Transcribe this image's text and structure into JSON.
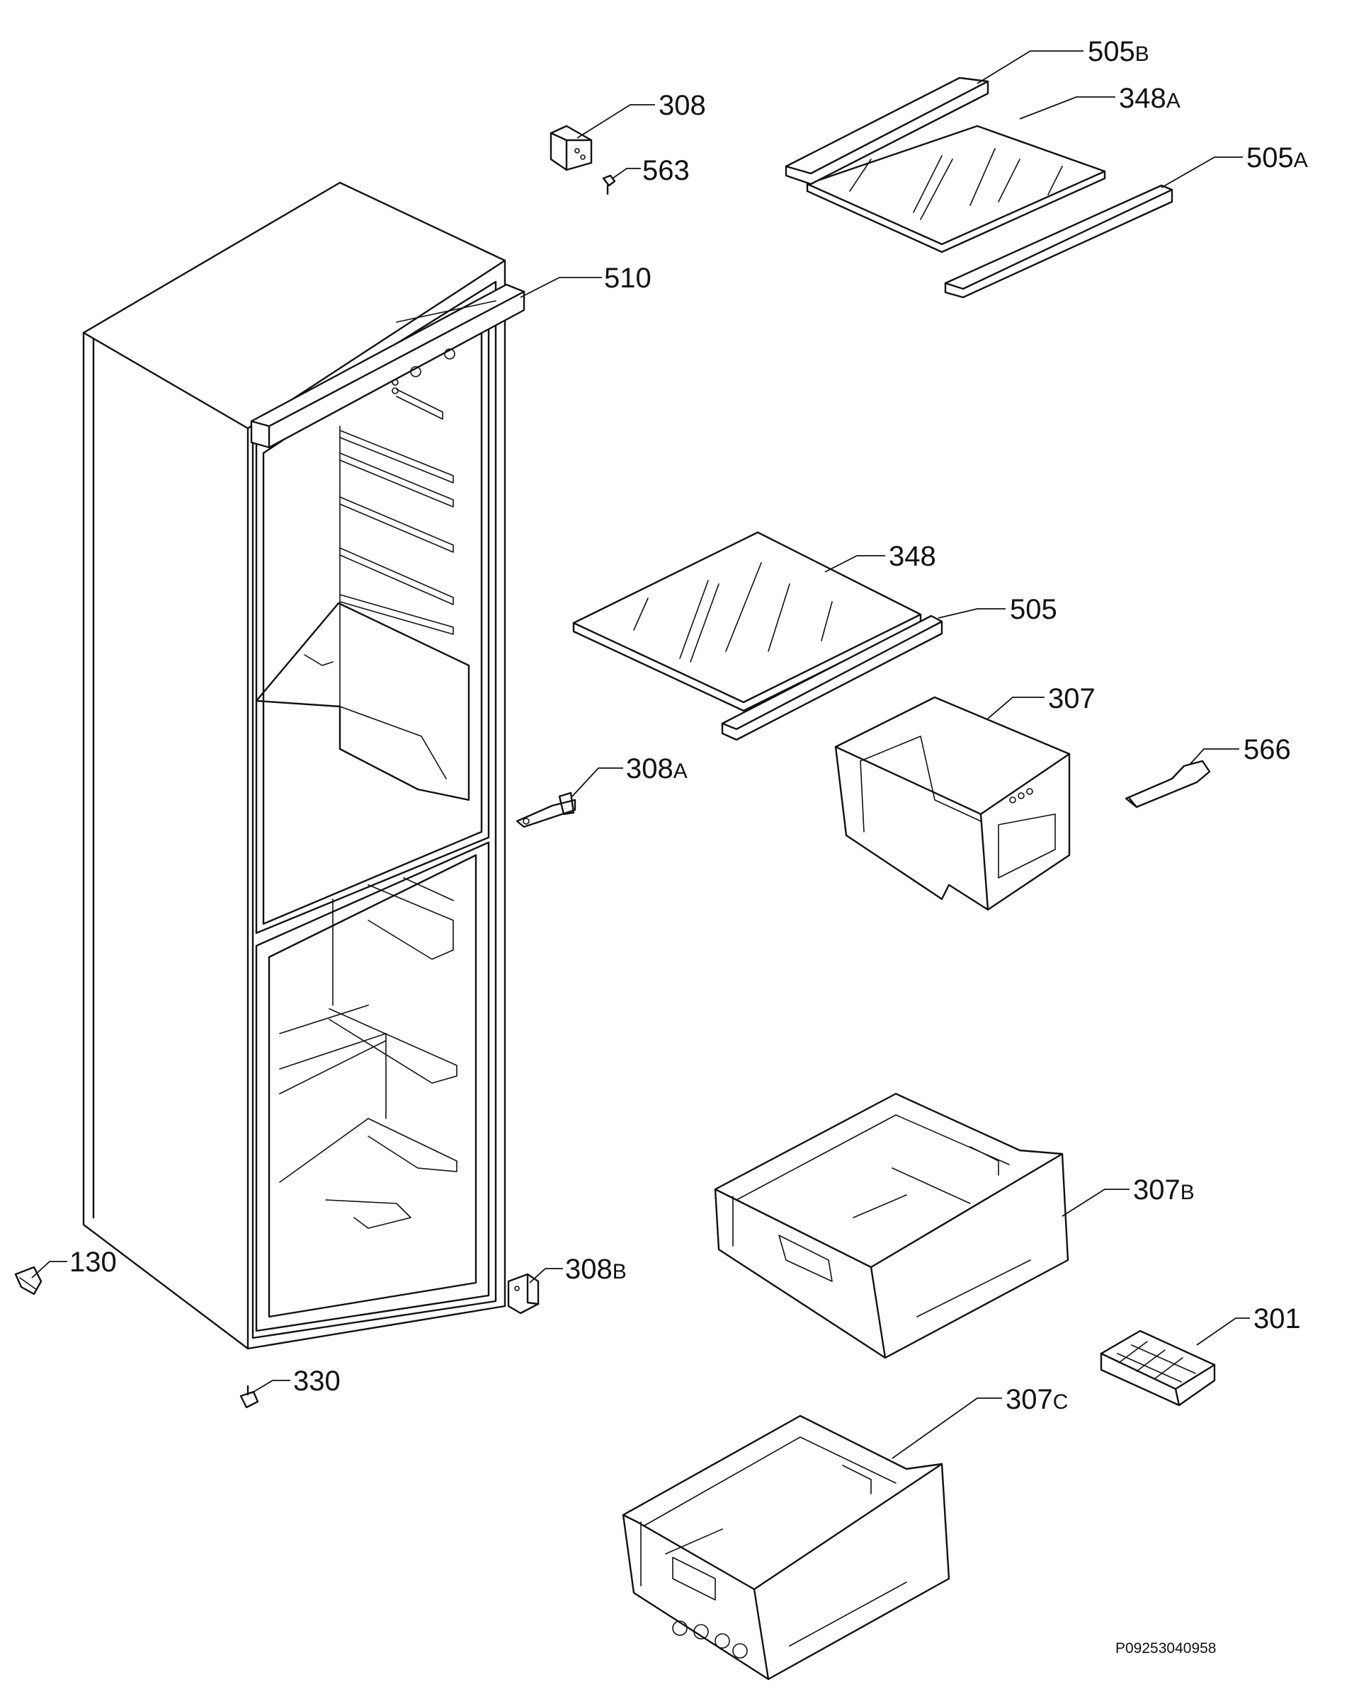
{
  "labels": {
    "p505b": {
      "num": "505",
      "suffix": "B"
    },
    "p308": {
      "num": "308",
      "suffix": ""
    },
    "p348a": {
      "num": "348",
      "suffix": "A"
    },
    "p563": {
      "num": "563",
      "suffix": ""
    },
    "p505a": {
      "num": "505",
      "suffix": "A"
    },
    "p510": {
      "num": "510",
      "suffix": ""
    },
    "p348": {
      "num": "348",
      "suffix": ""
    },
    "p505": {
      "num": "505",
      "suffix": ""
    },
    "p307": {
      "num": "307",
      "suffix": ""
    },
    "p566": {
      "num": "566",
      "suffix": ""
    },
    "p308a": {
      "num": "308",
      "suffix": "A"
    },
    "p307b": {
      "num": "307",
      "suffix": "B"
    },
    "p130": {
      "num": "130",
      "suffix": ""
    },
    "p308b": {
      "num": "308",
      "suffix": "B"
    },
    "p301": {
      "num": "301",
      "suffix": ""
    },
    "p330": {
      "num": "330",
      "suffix": ""
    },
    "p307c": {
      "num": "307",
      "suffix": "C"
    }
  },
  "document_code": "P09253040958"
}
